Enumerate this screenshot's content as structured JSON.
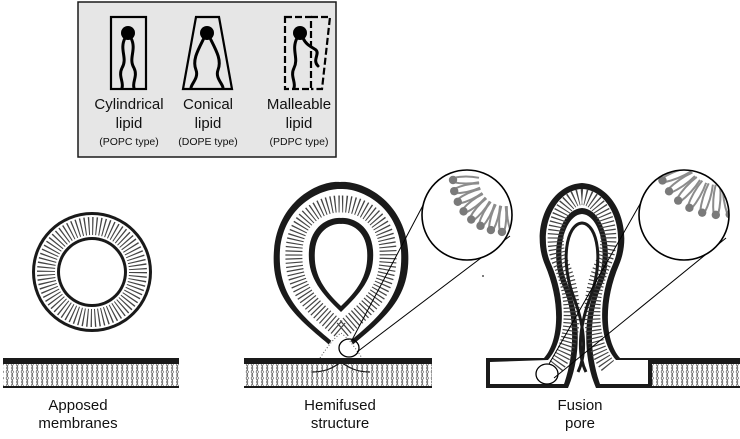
{
  "legend": {
    "items": [
      {
        "name_line1": "Cylindrical",
        "name_line2": "lipid",
        "type": "(POPC type)"
      },
      {
        "name_line1": "Conical",
        "name_line2": "lipid",
        "type": "(DOPE type)"
      },
      {
        "name_line1": "Malleable",
        "name_line2": "lipid",
        "type": "(PDPC type)"
      }
    ]
  },
  "stages": [
    {
      "line1": "Apposed",
      "line2": "membranes"
    },
    {
      "line1": "Hemifused",
      "line2": "structure"
    },
    {
      "line1": "Fusion",
      "line2": "pore"
    }
  ],
  "colors": {
    "legend_bg": "#e6e6e6",
    "membrane_head": "#1a1a1a",
    "inset_head": "#7a7a7a",
    "inset_tail": "#8c8c8c"
  }
}
